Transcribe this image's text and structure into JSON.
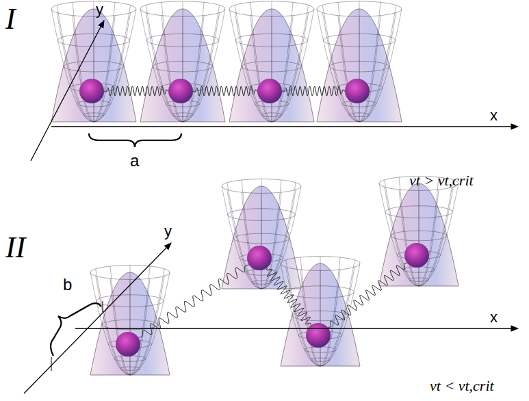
{
  "diagram": {
    "labels": [
      "I",
      "y",
      "x",
      "a",
      "νt > νt,crit",
      "II",
      "y",
      "b",
      "x",
      "νt < νt,crit"
    ]
  }
}
